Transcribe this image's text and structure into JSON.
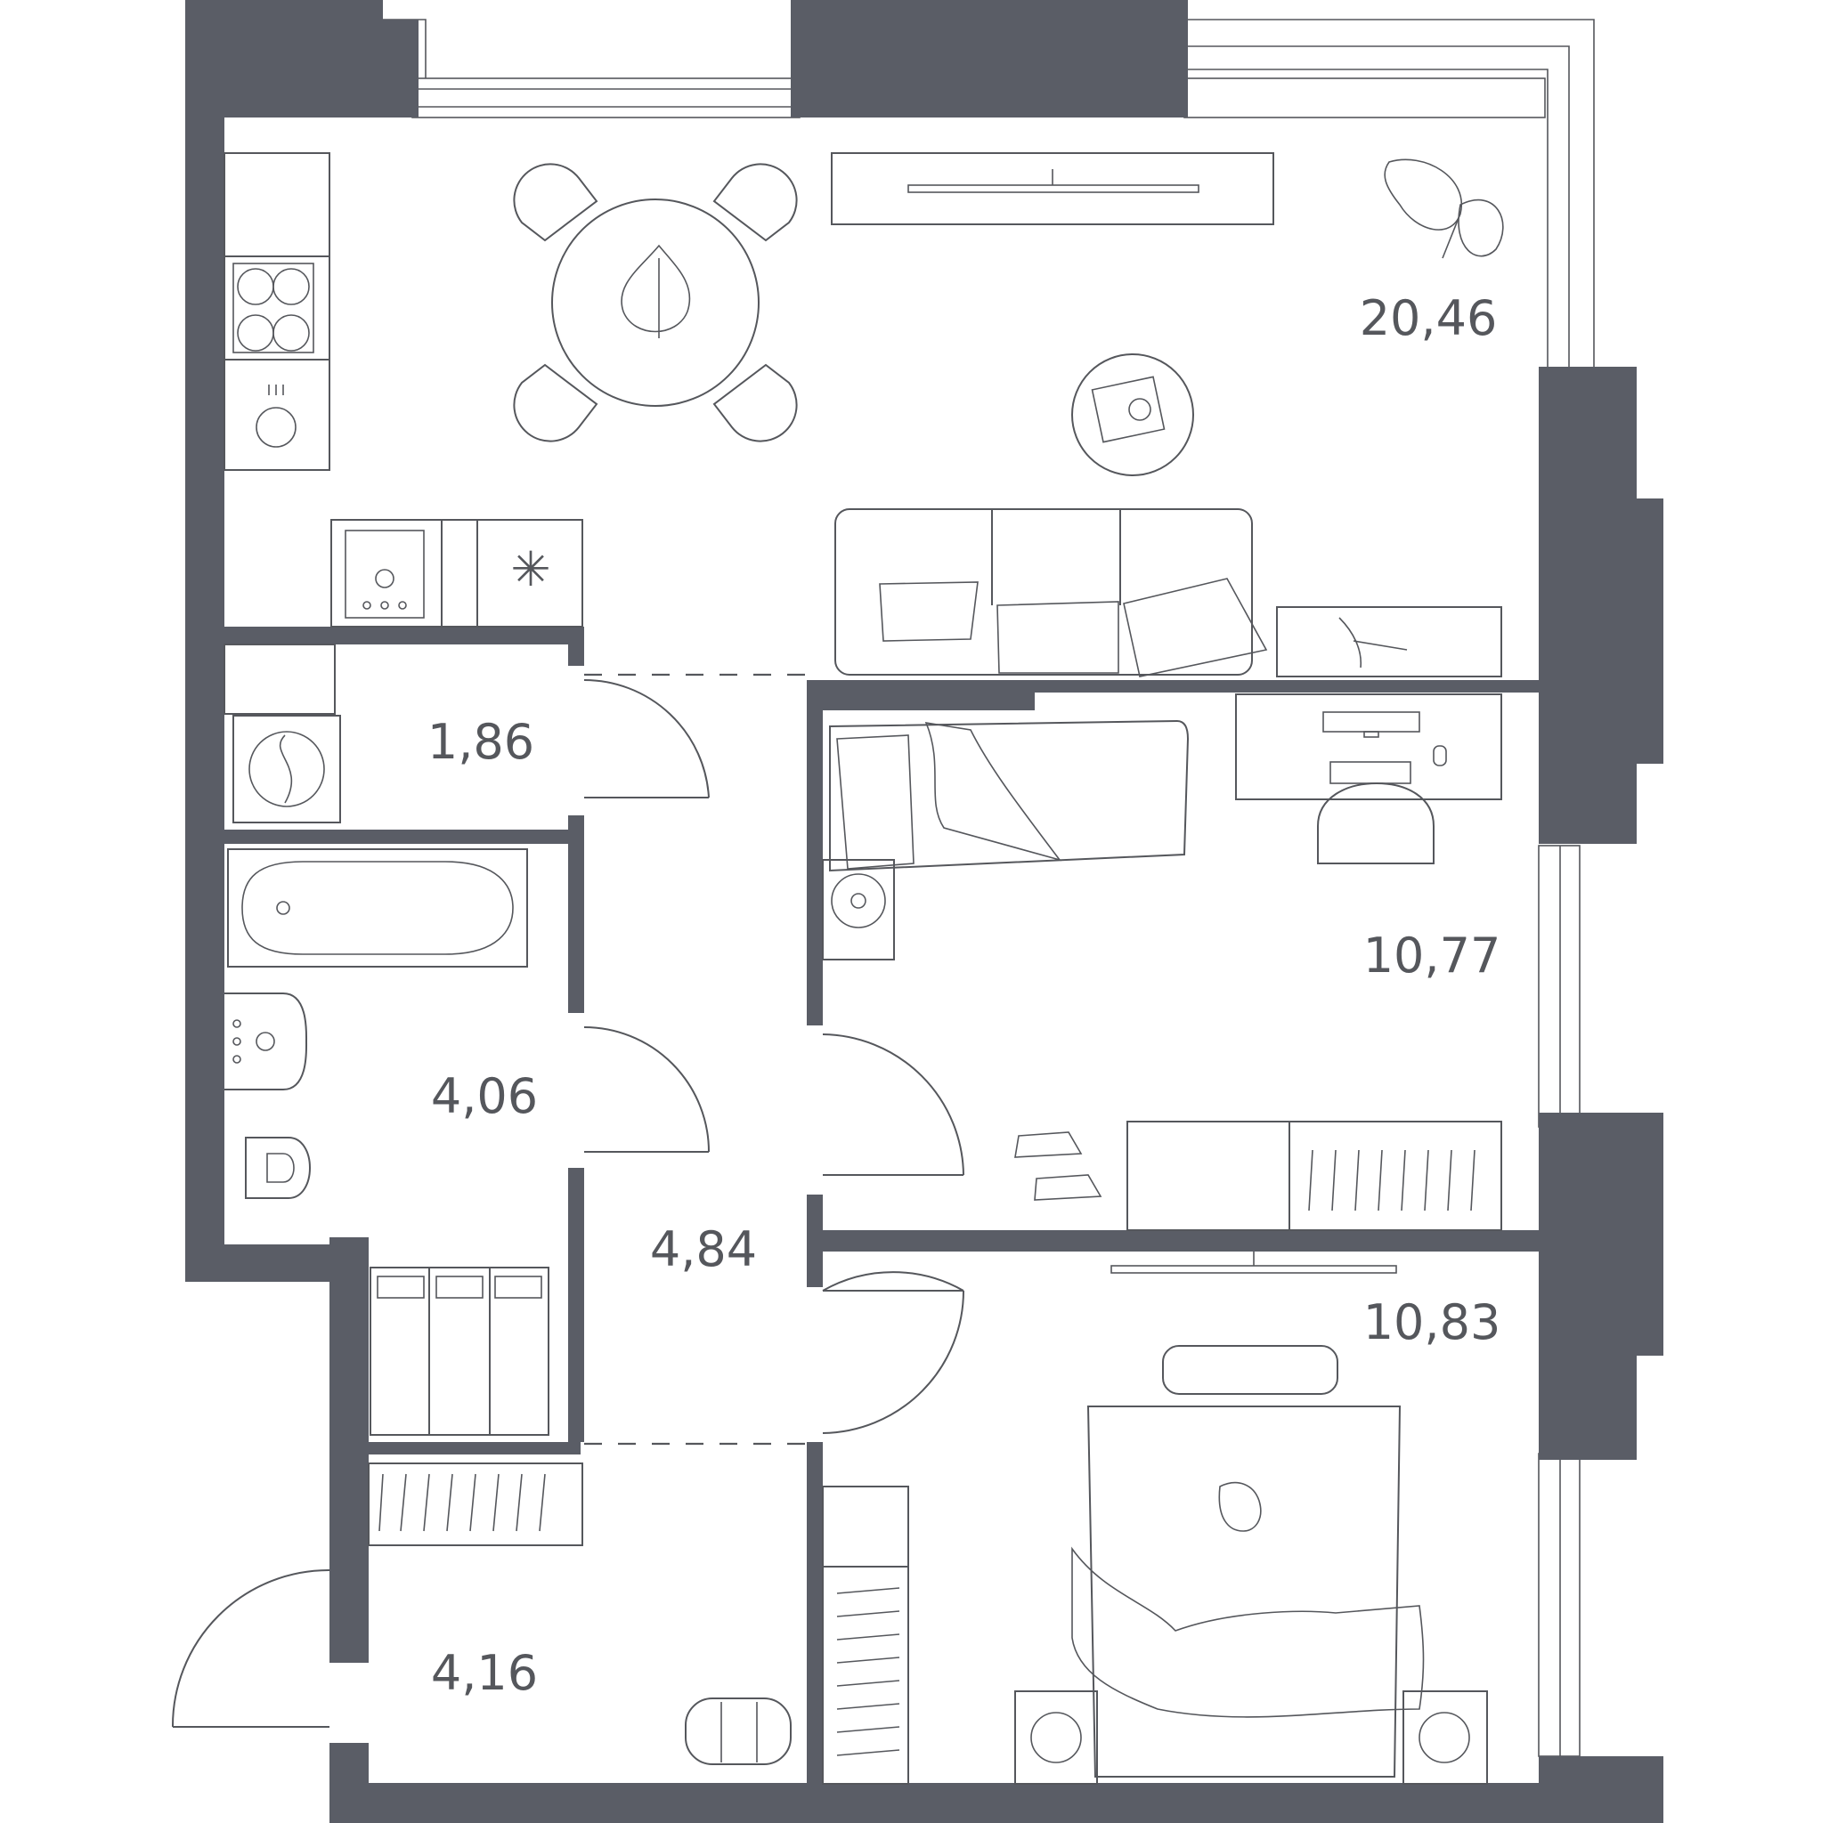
{
  "colors": {
    "wall": "#5a5d66",
    "line": "#55575c",
    "background": "#ffffff"
  },
  "rooms": [
    {
      "id": "living-kitchen",
      "area": "20,46"
    },
    {
      "id": "wc",
      "area": "1,86"
    },
    {
      "id": "bathroom",
      "area": "4,06"
    },
    {
      "id": "hallway",
      "area": "4,84"
    },
    {
      "id": "entrance",
      "area": "4,16"
    },
    {
      "id": "bedroom-1",
      "area": "10,77"
    },
    {
      "id": "bedroom-2",
      "area": "10,83"
    }
  ]
}
